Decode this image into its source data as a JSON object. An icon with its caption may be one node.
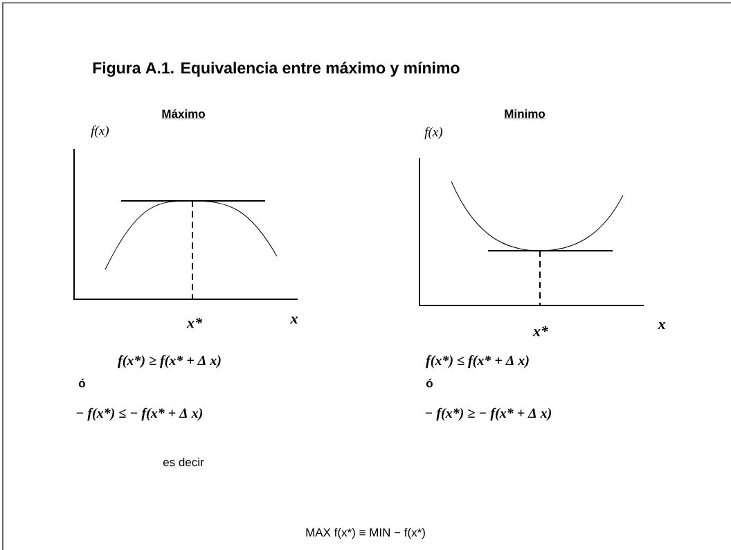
{
  "diagram": {
    "title": "Figura A.1. Equivalencia entre máximo y mínimo",
    "labels": [
      "Máximo",
      "Minimo",
      "f(x)",
      "f(x)",
      "x*",
      "x",
      "x*",
      "x",
      "f(x*) ≥ f(x* + Δ x)",
      "f(x*) ≤ f(x* + Δ x)",
      "ó",
      "ó",
      "− f(x*) ≤ − f(x* + Δ x)",
      "− f(x*) ≥ − f(x* + Δ x)",
      "es decir",
      "MAX f(x*) ≡ MIN − f(x*)"
    ]
  }
}
